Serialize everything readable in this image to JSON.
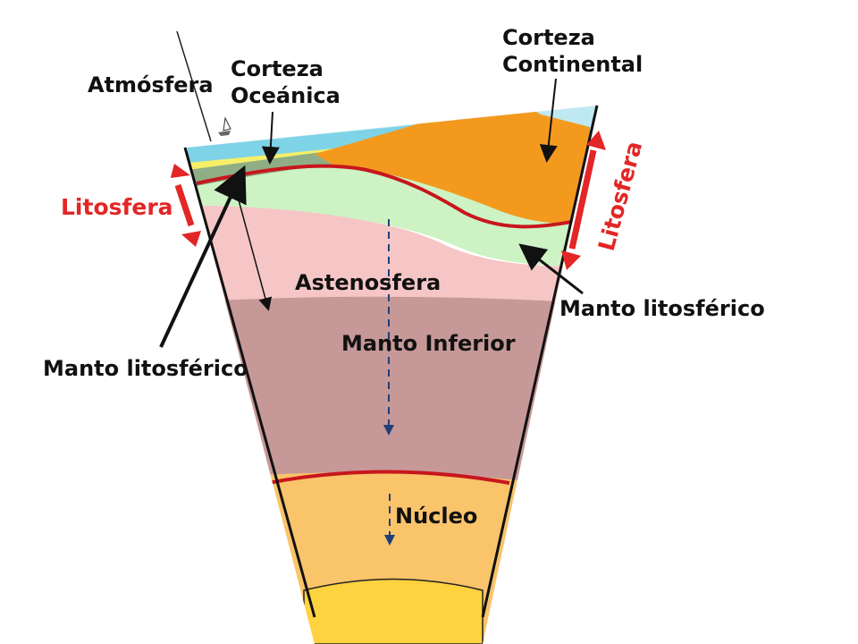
{
  "labels": {
    "atmosfera": "Atmósfera",
    "corteza_oceanica_1": "Corteza",
    "corteza_oceanica_2": "Oceánica",
    "corteza_continental_1": "Corteza",
    "corteza_continental_2": "Continental",
    "litosfera_left": "Litosfera",
    "litosfera_right": "Litosfera",
    "astenosfera": "Astenosfera",
    "manto_inferior": "Manto Inferior",
    "manto_litosferico_left": "Manto litosférico",
    "manto_litosferico_right": "Manto litosférico",
    "nucleo": "Núcleo"
  },
  "colors": {
    "atmosphere": "#bfe9f2",
    "ocean": "#7fd3e6",
    "oceanic_crust": "#8fae86",
    "continental_crust": "#f39a1e",
    "lithospheric_mantle": "#cdf3c4",
    "asthenosphere": "#f6c6c6",
    "lower_mantle": "#c79898",
    "core": "#f9c46a",
    "inner_core": "#ffd23f",
    "boundary": "#c8161d",
    "accent_red": "#e32626",
    "dashed_arrow": "#1f3f78"
  }
}
